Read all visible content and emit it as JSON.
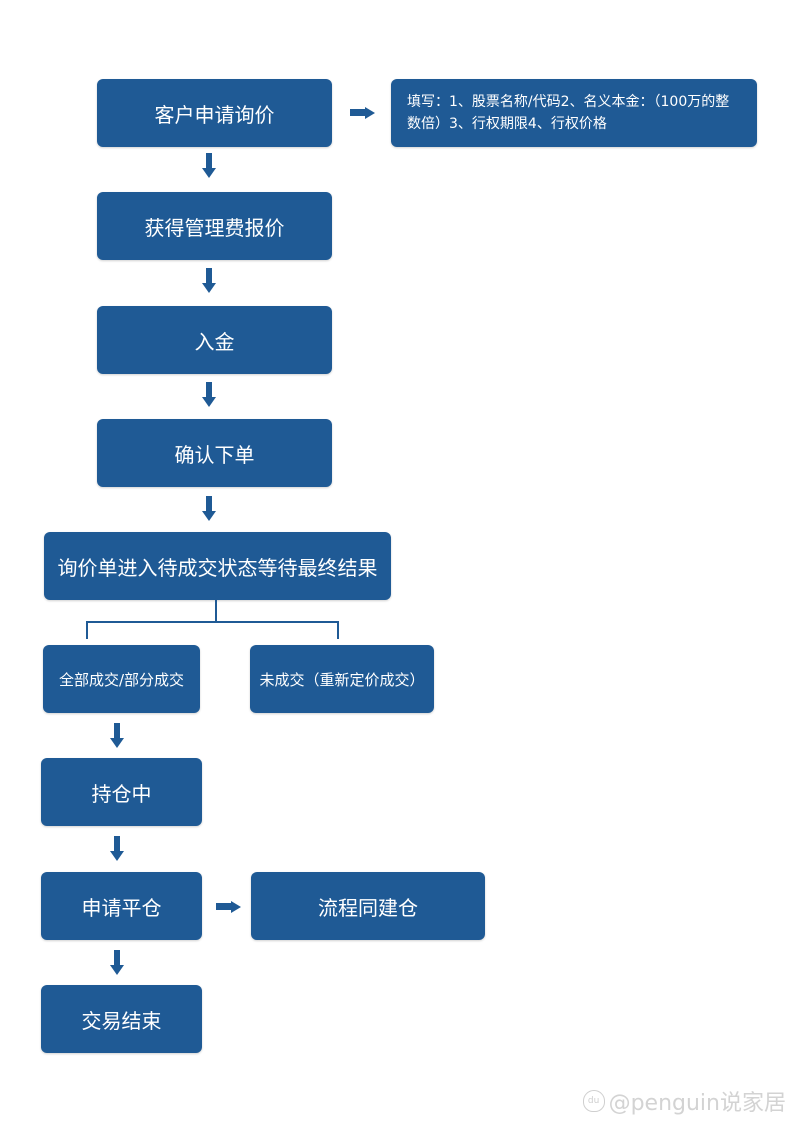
{
  "colors": {
    "box_fill": "#1f5a95",
    "text": "#ffffff",
    "watermark": "#d3d3d3"
  },
  "steps": {
    "apply_inquiry": "客户申请询价",
    "inquiry_note": "填写：1、股票名称/代码2、名义本金：（100万的整数倍）3、行权期限4、行权价格",
    "get_quote": "获得管理费报价",
    "deposit": "入金",
    "confirm_order": "确认下单",
    "pending": "询价单进入待成交状态等待最终结果",
    "filled": "全部成交/部分成交",
    "not_filled": "未成交（重新定价成交）",
    "holding": "持仓中",
    "apply_close": "申请平仓",
    "same_as_open": "流程同建仓",
    "trade_end": "交易结束"
  },
  "watermark": {
    "icon": "baidu-paw-icon",
    "icon_text": "du",
    "text": "@penguin说家居"
  }
}
